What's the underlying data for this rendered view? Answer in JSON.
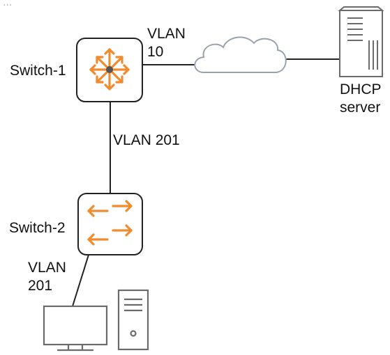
{
  "top_caption_fragment": "...",
  "nodes": {
    "switch1": {
      "label": "Switch-1",
      "icon": "router-arrows-icon"
    },
    "switch2": {
      "label": "Switch-2",
      "icon": "switch-arrows-icon"
    },
    "dhcp_server": {
      "label_line1": "DHCP",
      "label_line2": "server",
      "icon": "server-icon"
    },
    "cloud": {
      "icon": "cloud-icon"
    },
    "client": {
      "icon": "desktop-computer-icon"
    }
  },
  "links": {
    "switch1_cloud": {
      "label_line1": "VLAN",
      "label_line2": "10"
    },
    "switch1_switch2": {
      "label": "VLAN 201"
    },
    "switch2_client": {
      "label_line1": "VLAN",
      "label_line2": "201"
    }
  },
  "colors": {
    "accent": "#f28a2e",
    "hub": "#555555",
    "line": "#222222",
    "box_border": "#222222",
    "icon_gray": "#6b6b6b"
  }
}
